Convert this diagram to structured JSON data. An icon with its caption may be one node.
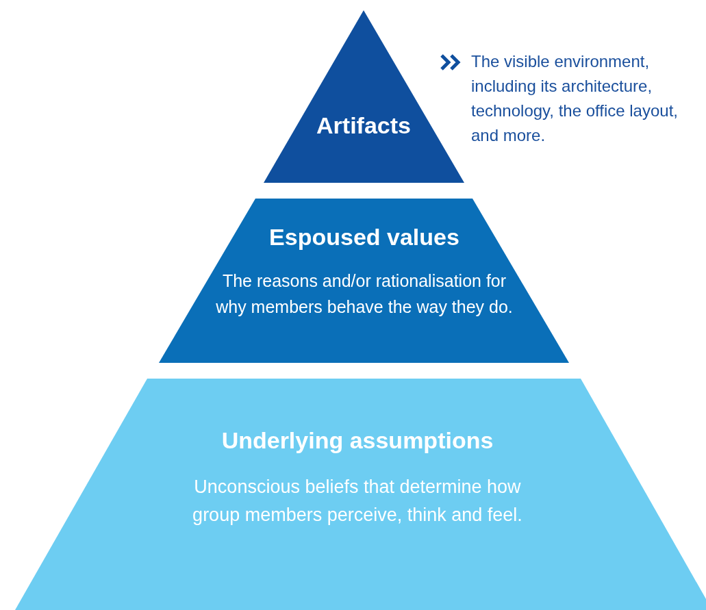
{
  "diagram": {
    "nodes": [
      {
        "text": [
          "Artifacts"
        ],
        "beside": [
          "The visible environment, including its architecture, technology, the office layout, and more."
        ]
      },
      {
        "text": [
          "Espoused values",
          "The reasons and/or rationalisation for why members behave the way they do."
        ]
      },
      {
        "text": [
          "Underlying assumptions",
          "Unconscious beliefs that determine how group members perceive, think and feel."
        ]
      }
    ]
  }
}
